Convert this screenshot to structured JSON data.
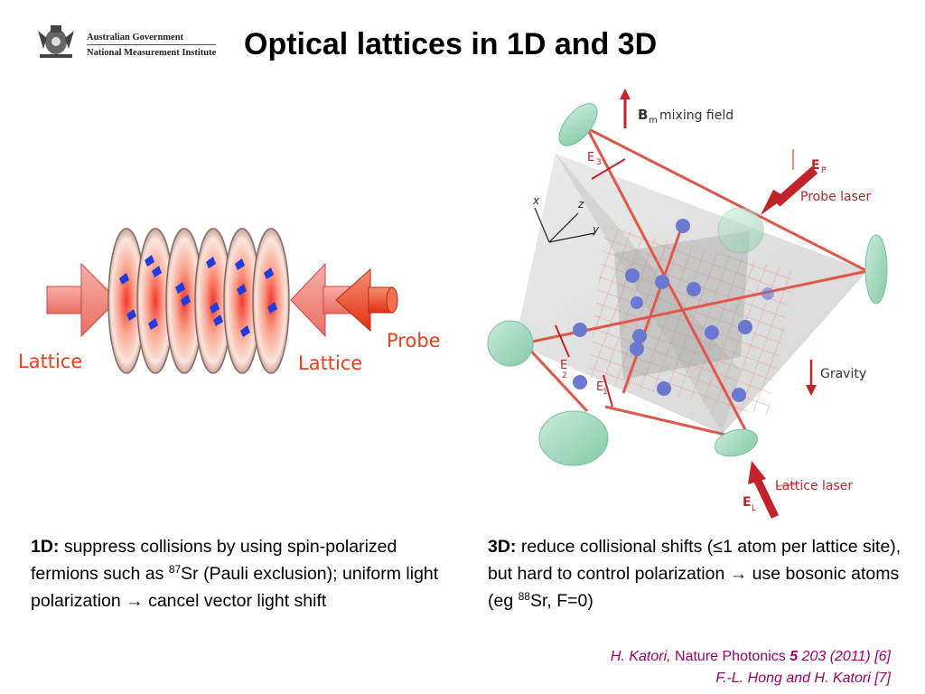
{
  "header": {
    "logo_line1": "Australian Government",
    "logo_line2": "National Measurement Institute",
    "title": "Optical lattices in 1D and 3D"
  },
  "figure_1d": {
    "left_label": "Lattice",
    "right_label": "Lattice",
    "probe_label": "Probe",
    "colors": {
      "lattice_arrow": "#f08a80",
      "probe_arrow": "#e8401c",
      "atom": "#1f3bdc",
      "disk_core": "#f5382a"
    }
  },
  "figure_3d": {
    "bm_symbol": "B",
    "bm_sub": "m",
    "bm_text": "mixing field",
    "e3_symbol": "E",
    "e3_sub": "3",
    "ep_symbol": "E",
    "ep_sub": "P",
    "probe_laser": "Probe laser",
    "axis_x": "x",
    "axis_z": "z",
    "axis_y": "y",
    "e2_symbol": "E",
    "e2_sub": "2",
    "e1_symbol": "E",
    "e1_sub": "1",
    "gravity": "Gravity",
    "lattice_laser": "Lattice laser",
    "el_symbol": "E",
    "el_sub": "L",
    "colors": {
      "mirror": "#a9dcc4",
      "beam": "#e0584a",
      "atom": "#6b78d0",
      "label": "#c0242a"
    }
  },
  "text_1d": {
    "bold": "1D:",
    "part1": " suppress collisions by using spin-polarized fermions such as ",
    "sup": "87",
    "part2": "Sr (Pauli exclusion); uniform light polarization → cancel vector light shift"
  },
  "text_3d": {
    "bold": "3D:",
    "part1": " reduce collisional shifts (≤1 atom per lattice site), but hard to control polarization → use bosonic atoms (eg ",
    "sup": "88",
    "part2": "Sr, F=0)"
  },
  "citations": {
    "c1_author": "H. Katori,",
    "c1_journal": " Nature Photonics ",
    "c1_volume": "5",
    "c1_rest": " 203 (2011) [6]",
    "c2": "F.-L. Hong and H. Katori [7]"
  }
}
